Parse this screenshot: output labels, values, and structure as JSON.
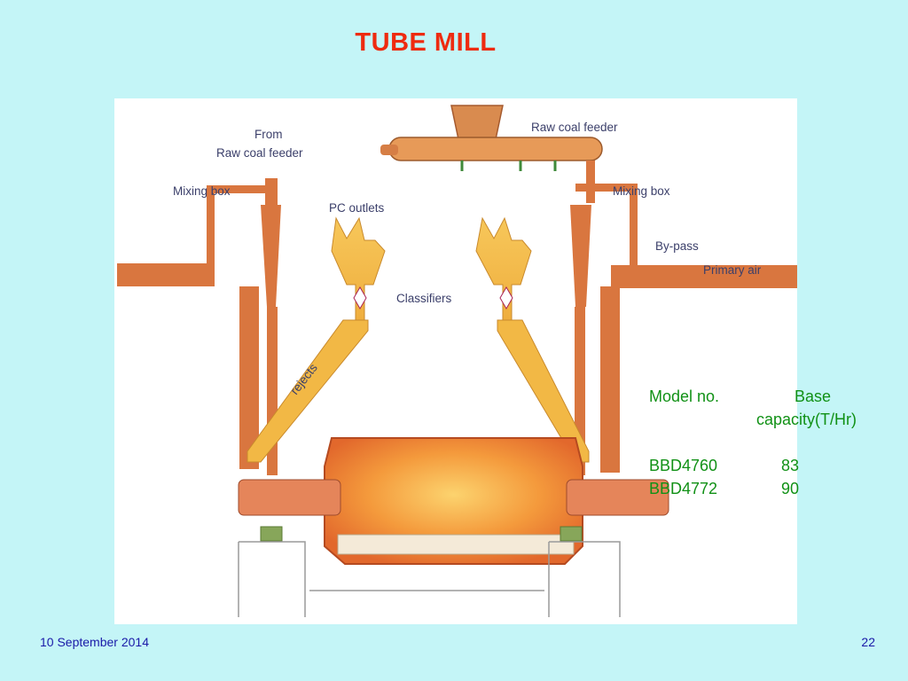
{
  "slide": {
    "title": "TUBE MILL",
    "footer_date": "10 September 2014",
    "page_number": "22"
  },
  "diagram": {
    "labels": {
      "from_feeder_1": "From",
      "from_feeder_2": "Raw coal feeder",
      "raw_coal_feeder": "Raw coal feeder",
      "mixing_box_left": "Mixing box",
      "mixing_box_right": "Mixing box",
      "pc_outlets": "PC outlets",
      "classifiers": "Classifiers",
      "rejects": "rejects",
      "by_pass": "By-pass",
      "primary_air": "Primary air"
    }
  },
  "model_table": {
    "header_model": "Model no.",
    "header_capacity_1": "Base",
    "header_capacity_2": "capacity(T/Hr)",
    "rows": [
      {
        "model": "BBD4760",
        "capacity": "83"
      },
      {
        "model": "BBD4772",
        "capacity": "90"
      }
    ]
  },
  "colors": {
    "background": "#c4f5f7",
    "title": "#ee2b10",
    "table_text": "#119116",
    "pipe": "#d9763f",
    "classifier": "#f4bf4c",
    "drum": "#f39a40"
  }
}
